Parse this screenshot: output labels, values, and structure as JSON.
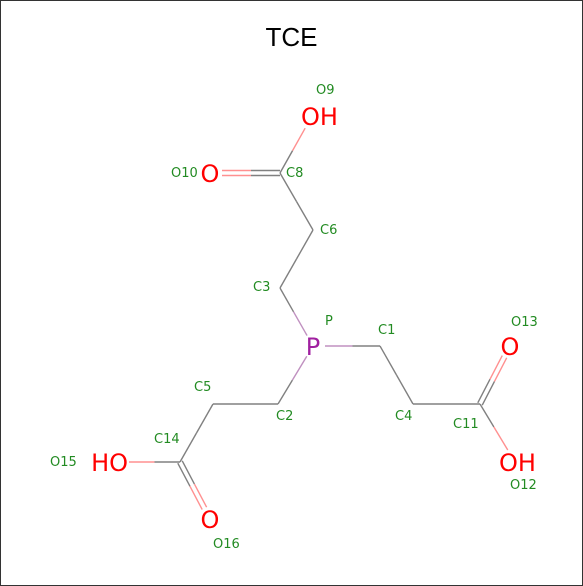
{
  "title": "TCE",
  "colors": {
    "bond": "#808080",
    "oxygen": "#ff0000",
    "phosphorus": "#a020a0",
    "label": "#228b22"
  },
  "atoms": [
    {
      "id": "P",
      "symbol": "P",
      "label": "P"
    },
    {
      "id": "C1",
      "symbol": "C",
      "label": "C1"
    },
    {
      "id": "C2",
      "symbol": "C",
      "label": "C2"
    },
    {
      "id": "C3",
      "symbol": "C",
      "label": "C3"
    },
    {
      "id": "C4",
      "symbol": "C",
      "label": "C4"
    },
    {
      "id": "C5",
      "symbol": "C",
      "label": "C5"
    },
    {
      "id": "C6",
      "symbol": "C",
      "label": "C6"
    },
    {
      "id": "C8",
      "symbol": "C",
      "label": "C8"
    },
    {
      "id": "C11",
      "symbol": "C",
      "label": "C11"
    },
    {
      "id": "C14",
      "symbol": "C",
      "label": "C14"
    },
    {
      "id": "O9",
      "symbol": "OH",
      "label": "O9"
    },
    {
      "id": "O10",
      "symbol": "O",
      "label": "O10"
    },
    {
      "id": "O12",
      "symbol": "OH",
      "label": "O12"
    },
    {
      "id": "O13",
      "symbol": "O",
      "label": "O13"
    },
    {
      "id": "O15",
      "symbol": "HO",
      "label": "O15"
    },
    {
      "id": "O16",
      "symbol": "O",
      "label": "O16"
    }
  ],
  "bonds": [
    {
      "from": "P",
      "to": "C1",
      "order": 1
    },
    {
      "from": "P",
      "to": "C2",
      "order": 1
    },
    {
      "from": "P",
      "to": "C3",
      "order": 1
    },
    {
      "from": "C3",
      "to": "C6",
      "order": 1
    },
    {
      "from": "C6",
      "to": "C8",
      "order": 1
    },
    {
      "from": "C8",
      "to": "O9",
      "order": 1
    },
    {
      "from": "C8",
      "to": "O10",
      "order": 2
    },
    {
      "from": "C1",
      "to": "C4",
      "order": 1
    },
    {
      "from": "C4",
      "to": "C11",
      "order": 1
    },
    {
      "from": "C11",
      "to": "O13",
      "order": 2
    },
    {
      "from": "C11",
      "to": "O12",
      "order": 1
    },
    {
      "from": "C2",
      "to": "C5",
      "order": 1
    },
    {
      "from": "C5",
      "to": "C14",
      "order": 1
    },
    {
      "from": "C14",
      "to": "O15",
      "order": 1
    },
    {
      "from": "C14",
      "to": "O16",
      "order": 2
    }
  ]
}
